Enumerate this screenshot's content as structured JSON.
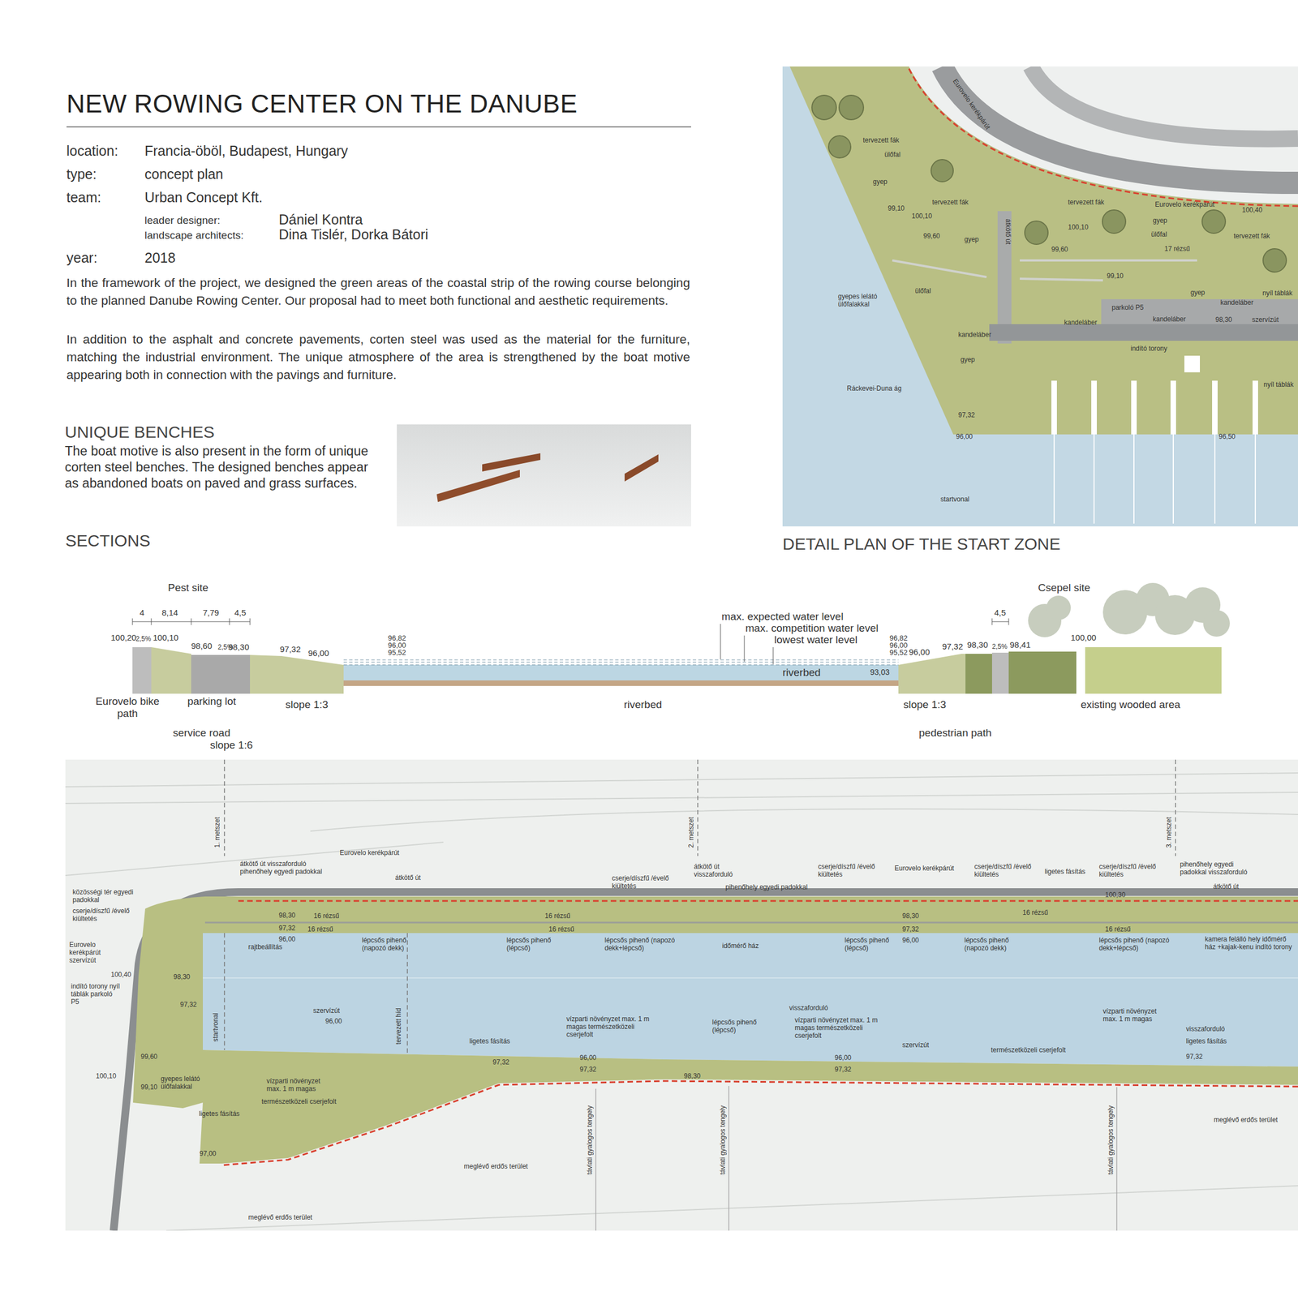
{
  "diagram": {
    "title": "NEW ROWING CENTER ON THE DANUBE",
    "labels": [
      "location:",
      "Francia-öböl, Budapest, Hungary",
      "type:",
      "concept plan",
      "team:",
      "Urban Concept Kft.",
      "leader designer:",
      "Dániel Kontra",
      "landscape architects:",
      "Dina Tislér, Dorka Bátori",
      "year:",
      "2018",
      "In the framework of the project, we designed the green areas of the coastal strip of the rowing course belonging to the planned Danube Rowing Center. Our proposal had to meet both functional and aesthetic requirements.",
      "In addition to the asphalt and concrete pavements, corten steel was used as the material for the furniture, matching the industrial environment. The unique atmosphere of the area is strengthened by the boat motive appearing both in connection with the pavings and furniture.",
      "UNIQUE BENCHES",
      "The boat motive is also present in the form of unique corten steel benches. The designed benches appear as abandoned boats on paved and grass surfaces.",
      "SECTIONS",
      "DETAIL PLAN OF THE START ZONE",
      "Pest site",
      "4",
      "8,14",
      "7,79",
      "4,5",
      "100,20",
      "2,5%",
      "100,10",
      "98,60",
      "2,5%",
      "98,30",
      "97,32",
      "96,00",
      "96,82",
      "96,00",
      "95,52",
      "max. expected water level",
      "max. competition water level",
      "lowest water level",
      "riverbed",
      "93,03",
      "96,82",
      "96,00",
      "95,52",
      "96,00",
      "97,32",
      "98,30",
      "2,5%",
      "98,41",
      "100,00",
      "Csepel site",
      "4,5",
      "Eurovelo bike path",
      "parking lot",
      "service road",
      "slope 1:6",
      "slope 1:3",
      "riverbed",
      "slope 1:3",
      "pedestrian path",
      "existing wooded area",
      "Eurovelo kerékpárút",
      "tervezett fák",
      "ülőfal",
      "gyep",
      "99,10",
      "100,10",
      "tervezett fák",
      "99,60",
      "gyep",
      "átkötő út",
      "tervezett fák",
      "Eurovelo kerékpárút",
      "100,40",
      "100,10",
      "gyep",
      "ülőfal",
      "17 rézsű",
      "tervezett fák",
      "99,60",
      "99,10",
      "ülőfal",
      "gyepes lelátó ülőfalakkal",
      "gyep",
      "kandeláber",
      "nyíl táblák",
      "parkoló P5",
      "kandeláber",
      "98,30",
      "szervízút",
      "kandeláber",
      "kandeláber",
      "indító torony",
      "gyep",
      "Ráckevei-Duna ág",
      "nyíl táblák",
      "97,32",
      "96,00",
      "96,50",
      "startvonal",
      "1. metszet",
      "2. metszet",
      "3. metszet",
      "közösségi tér egyedi padokkal",
      "cserje/díszfű /évelő kiültetés",
      "Eurovelo kerékpárút szervízút",
      "100,40",
      "indító torony nyíl táblák parkoló P5",
      "átkötő út visszaforduló pihenőhely egyedi padokkal",
      "Eurovelo kerékpárút",
      "átkötő út",
      "16 rézsű",
      "16 rézsű",
      "16 rézsű",
      "16 rézsű",
      "16 rézsű",
      "16 rézsű",
      "98,30",
      "97,32",
      "96,00",
      "rajtbeállítás",
      "lépcsős pihenő (napozó dekk)",
      "lépcsős pihenő (lépcső)",
      "lépcsős pihenő (napozó dekk+lépcső)",
      "időmérő ház",
      "lépcsős pihenő (lépcső)",
      "lépcsős pihenő (napozó dekk)",
      "lépcsős pihenő (napozó dekk+lépcső)",
      "kamera felálló hely időmérő ház +kajak-kenu indító torony",
      "cserje/díszfű /évelő kiültetés",
      "átkötő út visszaforduló",
      "pihenőhely egyedi padokkal",
      "cserje/díszfű /évelő kiültetés",
      "Eurovelo kerékpárút",
      "cserje/díszfű /évelő kiültetés",
      "ligetes fásítás",
      "cserje/díszfű /évelő kiültetés",
      "pihenőhely egyedi padokkal visszaforduló",
      "átkötő út",
      "100,30",
      "98,30",
      "97,32",
      "96,00",
      "szervízút",
      "96,00",
      "tervezett híd",
      "startvonal",
      "98,30",
      "97,32",
      "99,60",
      "100,10",
      "99,10",
      "gyepes lelátó ülőfalakkal",
      "vízparti növényzet max. 1 m magas",
      "természetközeli cserjefolt",
      "ligetes fásítás",
      "ligetes fásítás",
      "vízparti növényzet max. 1 m magas természetközeli cserjefolt",
      "97,32",
      "96,00",
      "97,32",
      "lépcsős pihenő (lépcső)",
      "98,30",
      "visszaforduló",
      "vízparti növényzet max. 1 m magas természetközeli cserjefolt",
      "96,00",
      "97,32",
      "szervízút",
      "természetközeli cserjefolt",
      "vízparti növényzet max. 1 m magas",
      "visszaforduló",
      "ligetes fásítás",
      "97,32",
      "meglévő erdős terület",
      "meglévő erdős terület",
      "meglévő erdős terület",
      "távlati gyalogos tengely",
      "távlati gyalogos tengely",
      "távlati gyalogos tengely",
      "97,00"
    ]
  }
}
